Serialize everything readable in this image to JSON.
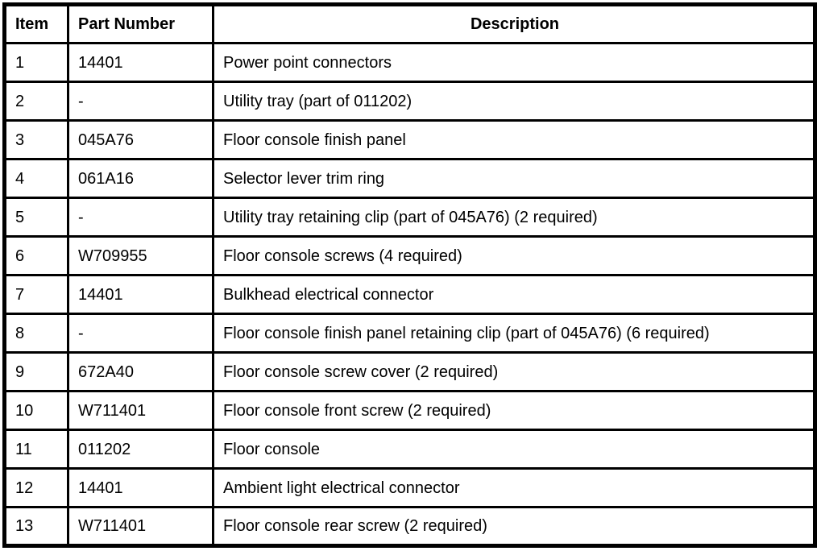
{
  "table": {
    "headers": {
      "item": "Item",
      "part_number": "Part Number",
      "description": "Description"
    },
    "rows": [
      {
        "item": "1",
        "part_number": "14401",
        "description": "Power point connectors"
      },
      {
        "item": "2",
        "part_number": "-",
        "description": "Utility tray (part of 011202)"
      },
      {
        "item": "3",
        "part_number": "045A76",
        "description": "Floor console finish panel"
      },
      {
        "item": "4",
        "part_number": "061A16",
        "description": "Selector lever trim ring"
      },
      {
        "item": "5",
        "part_number": "-",
        "description": "Utility tray retaining clip (part of 045A76) (2 required)"
      },
      {
        "item": "6",
        "part_number": "W709955",
        "description": "Floor console screws (4 required)"
      },
      {
        "item": "7",
        "part_number": "14401",
        "description": "Bulkhead electrical connector"
      },
      {
        "item": "8",
        "part_number": "-",
        "description": "Floor console finish panel retaining clip (part of 045A76) (6 required)"
      },
      {
        "item": "9",
        "part_number": "672A40",
        "description": "Floor console screw cover (2 required)"
      },
      {
        "item": "10",
        "part_number": "W711401",
        "description": "Floor console front screw (2 required)"
      },
      {
        "item": "11",
        "part_number": "011202",
        "description": "Floor console"
      },
      {
        "item": "12",
        "part_number": "14401",
        "description": "Ambient light electrical connector"
      },
      {
        "item": "13",
        "part_number": "W711401",
        "description": "Floor console rear screw (2 required)"
      }
    ]
  }
}
